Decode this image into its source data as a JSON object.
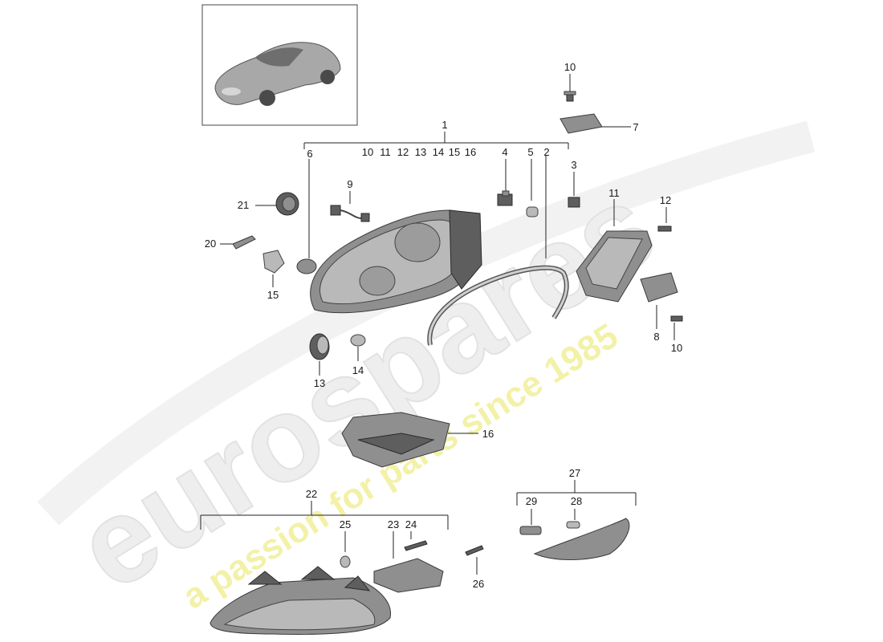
{
  "watermark": {
    "brand": "eurospares",
    "tagline": "a passion for parts since 1985",
    "brand_color": "#ececec",
    "tagline_color": "#f3f1a8"
  },
  "callouts": {
    "c1": "1",
    "c2": "2",
    "c3": "3",
    "c4": "4",
    "c5": "5",
    "c6": "6",
    "c7": "7",
    "c8": "8",
    "c9": "9",
    "c10a": "10",
    "c10b": "10",
    "c11": "11",
    "c12": "12",
    "c13": "13",
    "c14": "14",
    "c15": "15",
    "c16": "16",
    "c20": "20",
    "c21": "21",
    "c22": "22",
    "c23": "23",
    "c24": "24",
    "c25": "25",
    "c26": "26",
    "c27": "27",
    "c28": "28",
    "c29": "29"
  },
  "group1_sub": {
    "s10": "10",
    "s11": "11",
    "s12": "12",
    "s13": "13",
    "s14": "14",
    "s15": "15",
    "s16": "16"
  },
  "icons": [
    "car-thumbnail-icon",
    "headlight-icon",
    "fog-lamp-icon",
    "side-marker-icon"
  ]
}
